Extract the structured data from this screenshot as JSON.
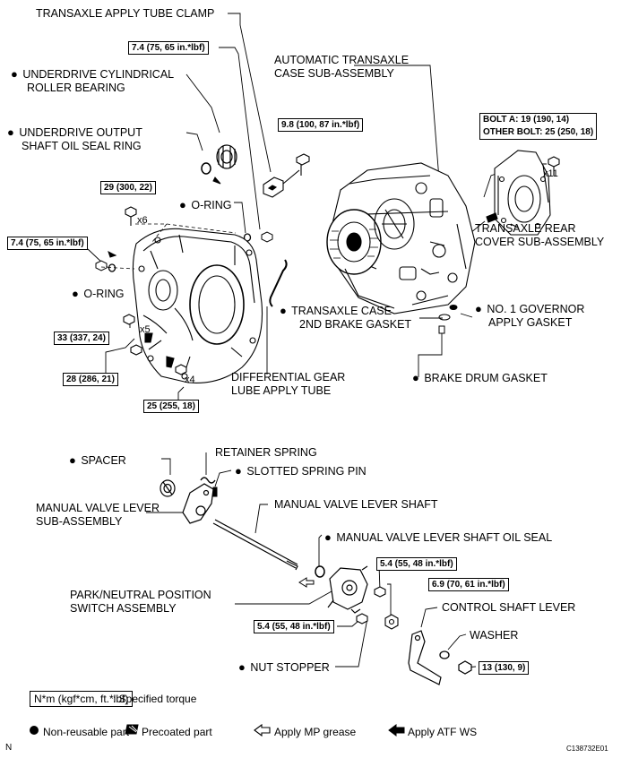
{
  "labels": {
    "transaxle_apply_tube_clamp": "TRANSAXLE APPLY TUBE CLAMP",
    "underdrive_bearing": [
      "UNDERDRIVE CYLINDRICAL",
      "ROLLER BEARING"
    ],
    "underdrive_oil_seal": [
      "UNDERDRIVE OUTPUT",
      "SHAFT OIL SEAL RING"
    ],
    "auto_transaxle_case": [
      "AUTOMATIC TRANSAXLE",
      "CASE SUB-ASSEMBLY"
    ],
    "oring_top": "O-RING",
    "oring_left": "O-RING",
    "rear_cover": [
      "TRANSAXLE REAR",
      "COVER SUB-ASSEMBLY"
    ],
    "brake_gasket": [
      "TRANSAXLE CASE",
      "2ND BRAKE GASKET"
    ],
    "governor_gasket": [
      "NO. 1 GOVERNOR",
      "APPLY GASKET"
    ],
    "brake_drum_gasket": "BRAKE DRUM GASKET",
    "diff_tube": [
      "DIFFERENTIAL GEAR",
      "LUBE APPLY TUBE"
    ],
    "spacer": "SPACER",
    "retainer_spring": "RETAINER SPRING",
    "slotted_pin": "SLOTTED SPRING PIN",
    "manual_valve_lever": [
      "MANUAL VALVE LEVER",
      "SUB-ASSEMBLY"
    ],
    "manual_valve_shaft": "MANUAL VALVE LEVER SHAFT",
    "manual_valve_seal": "MANUAL VALVE LEVER SHAFT OIL SEAL",
    "park_neutral_switch": [
      "PARK/NEUTRAL POSITION",
      "SWITCH ASSEMBLY"
    ],
    "control_shaft_lever": "CONTROL SHAFT LEVER",
    "washer": "WASHER",
    "nut_stopper": "NUT STOPPER"
  },
  "torques": {
    "t1": "7.4 (75, 65 in.*lbf)",
    "t2": "9.8 (100, 87 in.*lbf)",
    "t3": "29 (300, 22)",
    "t4": "7.4 (75, 65 in.*lbf)",
    "t5": "33 (337, 24)",
    "t6": "28 (286, 21)",
    "t7": "25 (255, 18)",
    "bolt_a": "BOLT A: 19 (190, 14)",
    "other_bolt": "OTHER BOLT: 25 (250, 18)",
    "t8": "5.4 (55, 48 in.*lbf)",
    "t9": "6.9 (70, 61 in.*lbf)",
    "t10": "5.4 (55, 48 in.*lbf)",
    "t11": "13 (130, 9)"
  },
  "counts": {
    "x6": "x6",
    "x5": "x5",
    "x4": "x4",
    "x11": "x11"
  },
  "legend": {
    "unit": "N*m (kgf*cm, ft.*lbf)",
    "unit_desc": ": Specified torque",
    "non_reusable": "Non-reusable part",
    "precoated": "Precoated part",
    "mp_grease": "Apply MP grease",
    "atf": "Apply ATF WS"
  },
  "corner_left": "N",
  "corner_right": "C138732E01"
}
